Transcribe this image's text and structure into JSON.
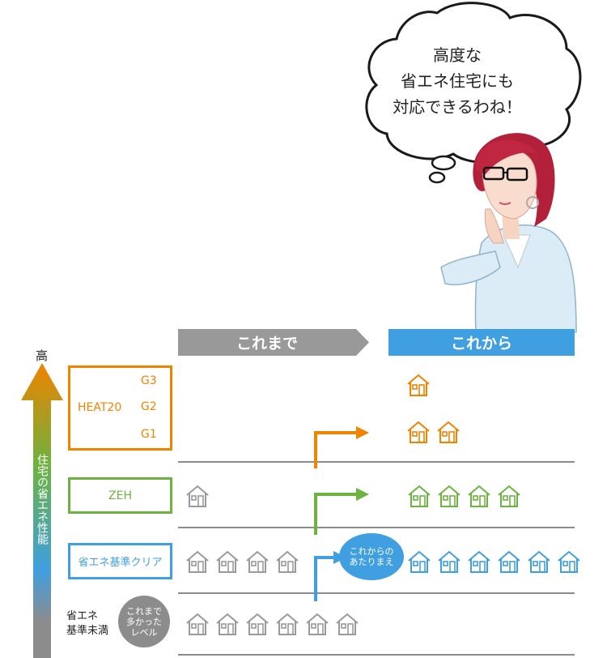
{
  "bubble": {
    "lines": [
      "高度な",
      "省エネ住宅にも",
      "対応できるわね！"
    ]
  },
  "headers": {
    "before": "これまで",
    "after": "これから"
  },
  "axis": {
    "top_label": "高",
    "label": "住宅の省エネ性能"
  },
  "levels": {
    "heat20": {
      "name": "HEAT20",
      "grades": [
        "G3",
        "G2",
        "G1"
      ]
    },
    "zeh": {
      "name": "ZEH"
    },
    "standard": {
      "name": "省エネ基準クリア"
    },
    "below": {
      "name_lines": [
        "省エネ",
        "基準未満"
      ]
    }
  },
  "badges": {
    "before": [
      "これまで",
      "多かった",
      "レベル"
    ],
    "after": [
      "これからの",
      "あたりまえ"
    ]
  },
  "houses": {
    "before": {
      "heat20": 0,
      "zeh": 1,
      "standard": 4,
      "below": 6
    },
    "after": {
      "g3": 1,
      "g1": 2,
      "zeh": 4,
      "standard": 6
    }
  },
  "colors": {
    "orange": "#f08300",
    "green": "#6cb33f",
    "blue": "#3f9fe0",
    "gray": "#8c8c8c",
    "house_gray": "#9a9a9a",
    "after_header": "#3f9fe0",
    "before_header": "#999999"
  }
}
